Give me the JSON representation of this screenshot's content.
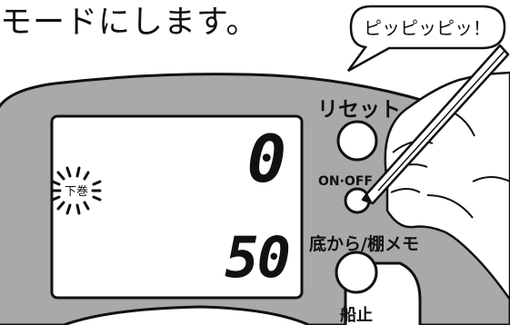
{
  "heading": "モードにします。",
  "speech_bubble": "ピッピッピッ！",
  "buttons": {
    "reset_label": "リセット",
    "onoff_label": "ON·OFF",
    "bottom_shelf_label": "底から/棚メモ",
    "ship_stop_label": "船止"
  },
  "lcd": {
    "indicator": "下巻",
    "depth_value": "0",
    "counter_value": "50"
  },
  "colors": {
    "device_body": "#a9a9a9",
    "lcd_screen": "#ffffff",
    "outline": "#111111"
  }
}
